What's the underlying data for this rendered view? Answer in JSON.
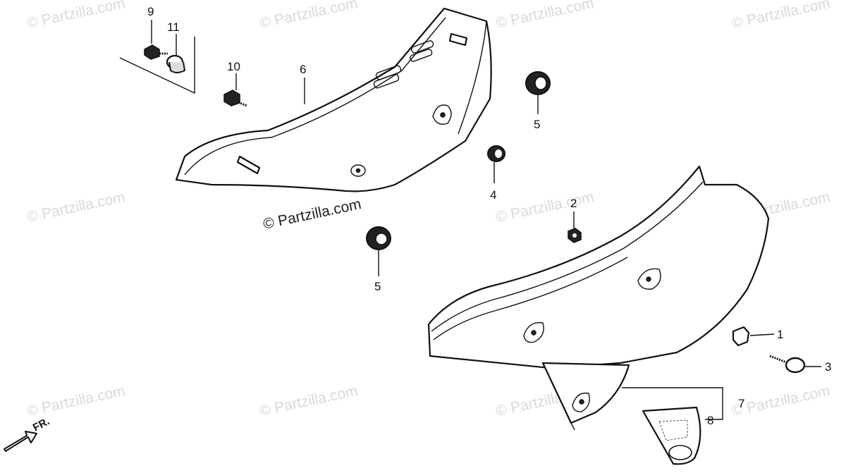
{
  "watermark": "© Partzilla.com",
  "direction_label": "FR.",
  "callouts": {
    "c1": "1",
    "c2": "2",
    "c3": "3",
    "c4": "4",
    "c5a": "5",
    "c5b": "5",
    "c6": "6",
    "c7": "7",
    "c8": "8",
    "c9": "9",
    "c10": "10",
    "c11": "11"
  },
  "parts": {
    "p1": "bolt-collar",
    "p2": "nut",
    "p3": "key-bolt",
    "p4": "grommet-small",
    "p5": "grommet",
    "p6": "side-cover-left",
    "p7": "side-cover-right",
    "p8": "caution-label",
    "p9": "screw",
    "p10": "screw",
    "p11": "collar"
  }
}
